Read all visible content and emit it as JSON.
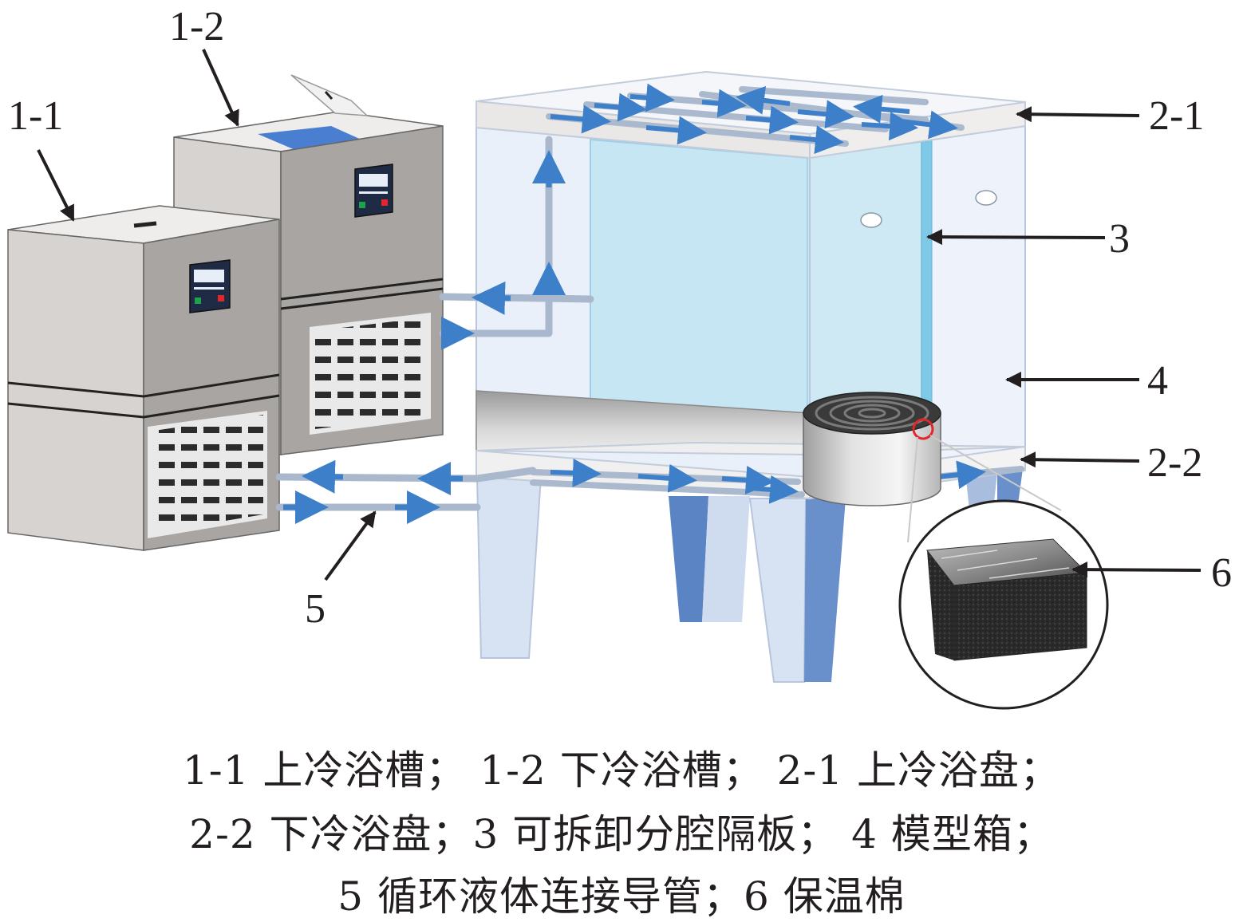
{
  "labels": {
    "bath_upper": "1-1",
    "bath_lower": "1-2",
    "plate_upper": "2-1",
    "plate_lower": "2-2",
    "partition": "3",
    "model_box": "4",
    "conduit": "5",
    "insulation": "6"
  },
  "caption": {
    "line1": "1-1 上冷浴槽； 1-2 下冷浴槽； 2-1 上冷浴盘；",
    "line2": "2-2 下冷浴盘；3 可拆卸分腔隔板； 4 模型箱；",
    "line3": "5 循环液体连接导管；6 保温棉"
  },
  "colors": {
    "arrow_blue": "#3d7fc8",
    "pipe_gray": "#a9b8cc",
    "box_glass": "#eaf0fa",
    "partition_glass": "#c7e6f3",
    "bath_side": "#a8a5a3",
    "bath_front": "#d6d3d0",
    "bath_top": "#eeedeb",
    "leg_light": "#cfdcef",
    "leg_dark": "#5a84c4"
  }
}
